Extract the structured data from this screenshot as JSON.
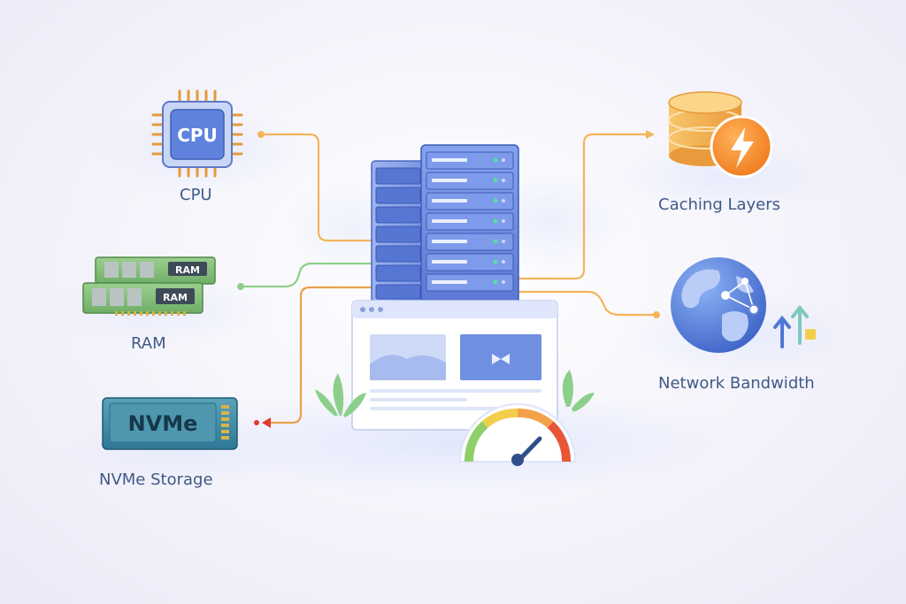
{
  "components": {
    "cpu": {
      "chip_text": "CPU",
      "label": "CPU"
    },
    "ram": {
      "stick_text_1": "RAM",
      "stick_text_2": "RAM",
      "label": "RAM"
    },
    "nvme": {
      "drive_text": "NVMe",
      "label": "NVMe Storage"
    },
    "cache": {
      "label": "Caching Layers"
    },
    "network": {
      "label": "Network Bandwidth"
    }
  },
  "colors": {
    "cpu_line": "#f4b45a",
    "ram_line": "#8fcf8a",
    "nvme_line": "#e8a14a",
    "cache_line": "#f4b45a",
    "network_line": "#f4b45a",
    "server_blue": "#6f8fe0",
    "label_text": "#3f5a86"
  },
  "icons": {
    "cpu": "cpu-chip-icon",
    "ram": "ram-stick-icon",
    "nvme": "nvme-drive-icon",
    "cache": "database-lightning-icon",
    "network": "globe-network-icon",
    "server": "server-rack-icon",
    "website": "browser-window-icon",
    "speed": "speedometer-gauge-icon"
  }
}
